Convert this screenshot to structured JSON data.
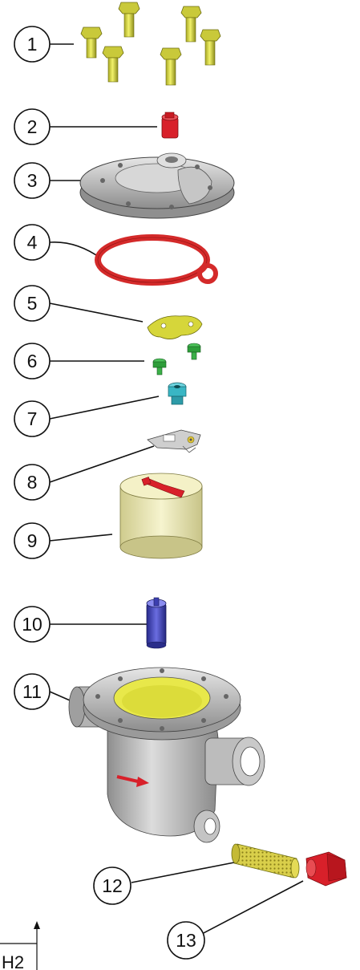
{
  "callouts": [
    {
      "label": "1",
      "part": "hex-bolts"
    },
    {
      "label": "2",
      "part": "red-plug"
    },
    {
      "label": "3",
      "part": "cover"
    },
    {
      "label": "4",
      "part": "gasket"
    },
    {
      "label": "5",
      "part": "clip"
    },
    {
      "label": "6",
      "part": "screws"
    },
    {
      "label": "7",
      "part": "valve-seat"
    },
    {
      "label": "8",
      "part": "bracket"
    },
    {
      "label": "9",
      "part": "float"
    },
    {
      "label": "10",
      "part": "pin"
    },
    {
      "label": "11",
      "part": "body"
    },
    {
      "label": "12",
      "part": "strainer-screen"
    },
    {
      "label": "13",
      "part": "end-plug"
    }
  ],
  "dimension_label": "H2",
  "colors": {
    "bolt": "#d6d63a",
    "red": "#d8202a",
    "grey": "#b9b9b9",
    "gasket": "#d42a2a",
    "green": "#2e9e3a",
    "cyan": "#39b6c4",
    "float": "#ece9b8",
    "pin": "#3c3fb0",
    "body": "#b3b3b3",
    "yellow_inner": "#e8e84a"
  }
}
